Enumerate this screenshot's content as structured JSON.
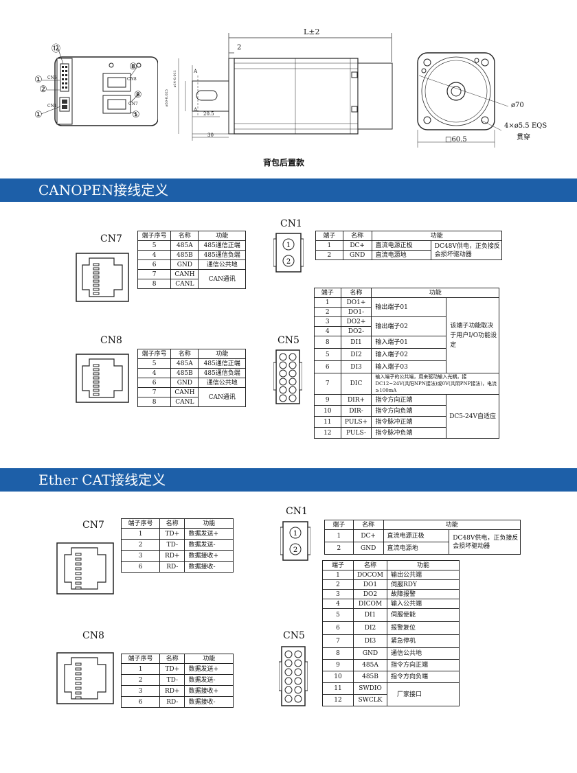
{
  "drawing": {
    "caption": "背包后置款",
    "dim_length": "L±2",
    "dim_2": "2",
    "dim_20_5": "20.5",
    "dim_30": "30",
    "dim_d70": "ø70",
    "dim_holes": "4×ø5.5 EQS",
    "dim_through": "贯穿",
    "dim_square": "□60.5",
    "dim_A": "A",
    "dim_shaft_left": "ø50-0.025",
    "dim_shaft_top": "ø14-0.011",
    "callouts": [
      "⑫",
      "①",
      "②",
      "①",
      "⑧",
      "⑧",
      "①"
    ],
    "cn_labels": {
      "cn5": "CN5",
      "cn1": "CN1",
      "cn8": "CN8",
      "cn7": "CN7"
    }
  },
  "sections": [
    {
      "title": "CANOPEN接线定义",
      "cn7": {
        "label": "CN7",
        "headers": [
          "端子序号",
          "名称",
          "功能"
        ],
        "rows": [
          [
            "5",
            "485A",
            "485通信正端"
          ],
          [
            "4",
            "485B",
            "485通信负端"
          ],
          [
            "6",
            "GND",
            "通信公共地"
          ],
          [
            "7",
            "CANH",
            ""
          ],
          [
            "8",
            "CANL",
            ""
          ]
        ],
        "merged": "CAN通讯"
      },
      "cn8": {
        "label": "CN8",
        "headers": [
          "端子序号",
          "名称",
          "功能"
        ],
        "rows": [
          [
            "5",
            "485A",
            "485通信正端"
          ],
          [
            "4",
            "485B",
            "485通信负端"
          ],
          [
            "6",
            "GND",
            "通信公共地"
          ],
          [
            "7",
            "CANH",
            ""
          ],
          [
            "8",
            "CANL",
            ""
          ]
        ],
        "merged": "CAN通讯"
      },
      "cn1": {
        "label": "CN1",
        "headers": [
          "端子",
          "名称",
          "功能"
        ],
        "rows": [
          [
            "1",
            "DC+",
            "直流电源正极"
          ],
          [
            "2",
            "GND",
            "直流电源地"
          ]
        ],
        "note": "DC48V供电，正负接反会损坏驱动器"
      },
      "cn5": {
        "label": "CN5",
        "headers": [
          "端子",
          "名称",
          "功能"
        ],
        "rows": [
          [
            "1",
            "DO1+"
          ],
          [
            "2",
            "DO1-"
          ],
          [
            "3",
            "DO2+"
          ],
          [
            "4",
            "DO2-"
          ],
          [
            "8",
            "DI1"
          ],
          [
            "5",
            "DI2"
          ],
          [
            "6",
            "DI3"
          ],
          [
            "7",
            "DIC"
          ],
          [
            "9",
            "DIR+"
          ],
          [
            "10",
            "DIR-"
          ],
          [
            "11",
            "PULS+"
          ],
          [
            "12",
            "PULS-"
          ]
        ],
        "func": {
          "out1": "输出端子01",
          "out2": "输出端子02",
          "in1": "输入端子01",
          "in2": "输入端子02",
          "in3": "输入端子03",
          "dic": "输入端子的公共端，用来驱动输入光耦，接DC12~24V(共阳NPN接法)或0V(共阴PNP接法)，电流≥100mA",
          "dir_p": "指令方向正端",
          "dir_n": "指令方向负端",
          "puls_p": "指令脉冲正端",
          "puls_n": "指令脉冲负端"
        },
        "io_note": "该端子功能取决于用户I/O功能设定",
        "volt_note": "DC5-24V自适应"
      }
    },
    {
      "title": "Ether CAT接线定义",
      "cn7": {
        "label": "CN7",
        "headers": [
          "端子序号",
          "名称",
          "功能"
        ],
        "rows": [
          [
            "1",
            "TD+",
            "数据发送+"
          ],
          [
            "2",
            "TD-",
            "数据发送-"
          ],
          [
            "3",
            "RD+",
            "数据接收+"
          ],
          [
            "6",
            "RD-",
            "数据接收-"
          ]
        ]
      },
      "cn8": {
        "label": "CN8",
        "headers": [
          "端子序号",
          "名称",
          "功能"
        ],
        "rows": [
          [
            "1",
            "TD+",
            "数据发送+"
          ],
          [
            "2",
            "TD-",
            "数据发送-"
          ],
          [
            "3",
            "RD+",
            "数据接收+"
          ],
          [
            "6",
            "RD-",
            "数据接收-"
          ]
        ]
      },
      "cn1": {
        "label": "CN1",
        "headers": [
          "端子",
          "名称",
          "功能"
        ],
        "rows": [
          [
            "1",
            "DC+",
            "直流电源正极"
          ],
          [
            "2",
            "GND",
            "直流电源地"
          ]
        ],
        "note": "DC48V供电，正负接反会损坏驱动器"
      },
      "cn5": {
        "label": "CN5",
        "headers": [
          "端子",
          "名称",
          "功能"
        ],
        "rows": [
          [
            "1",
            "DOCOM",
            "输出公共端"
          ],
          [
            "2",
            "DO1",
            "伺服RDY"
          ],
          [
            "3",
            "DO2",
            "故障报警"
          ],
          [
            "4",
            "DICOM",
            "输入公共端"
          ],
          [
            "5",
            "DI1",
            "伺服使能"
          ],
          [
            "6",
            "DI2",
            "报警复位"
          ],
          [
            "7",
            "DI3",
            "紧急停机"
          ],
          [
            "8",
            "GND",
            "通信公共地"
          ],
          [
            "9",
            "485A",
            "指令方向正端"
          ],
          [
            "10",
            "485B",
            "指令方向负端"
          ],
          [
            "11",
            "SWDIO",
            ""
          ],
          [
            "12",
            "SWCLK",
            ""
          ]
        ],
        "merged": "厂家接口"
      }
    }
  ]
}
